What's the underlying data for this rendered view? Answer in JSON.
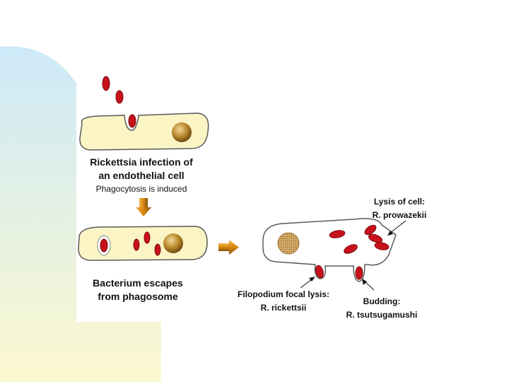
{
  "colors": {
    "cell_fill": "#fbf4c4",
    "cell_stroke": "#5a5a5a",
    "bacterium": "#c8121b",
    "bacterium_stroke": "#7a0a0f",
    "nucleus": "#b8862a",
    "arrow": "#d4870f",
    "bg_gradient_top": "#cde9f8",
    "bg_gradient_bottom": "#fcf8cf"
  },
  "labels": {
    "step1_title_line1": "Rickettsia infection of",
    "step1_title_line2": "an endothelial cell",
    "step1_subtitle": "Phagocytosis is induced",
    "step2_line1": "Bacterium escapes",
    "step2_line2": "from phagosome",
    "lysis_line1": "Lysis of cell:",
    "lysis_line2": "R. prowazekii",
    "filopodium_line1": "Filopodium focal lysis:",
    "filopodium_line2": "R. rickettsii",
    "budding_line1": "Budding:",
    "budding_line2": "R. tsutsugamushi"
  },
  "icons": {
    "down_arrow": "down-arrow-icon",
    "right_arrow": "right-arrow-icon",
    "pointer_arrow": "pointer-arrow-icon"
  }
}
